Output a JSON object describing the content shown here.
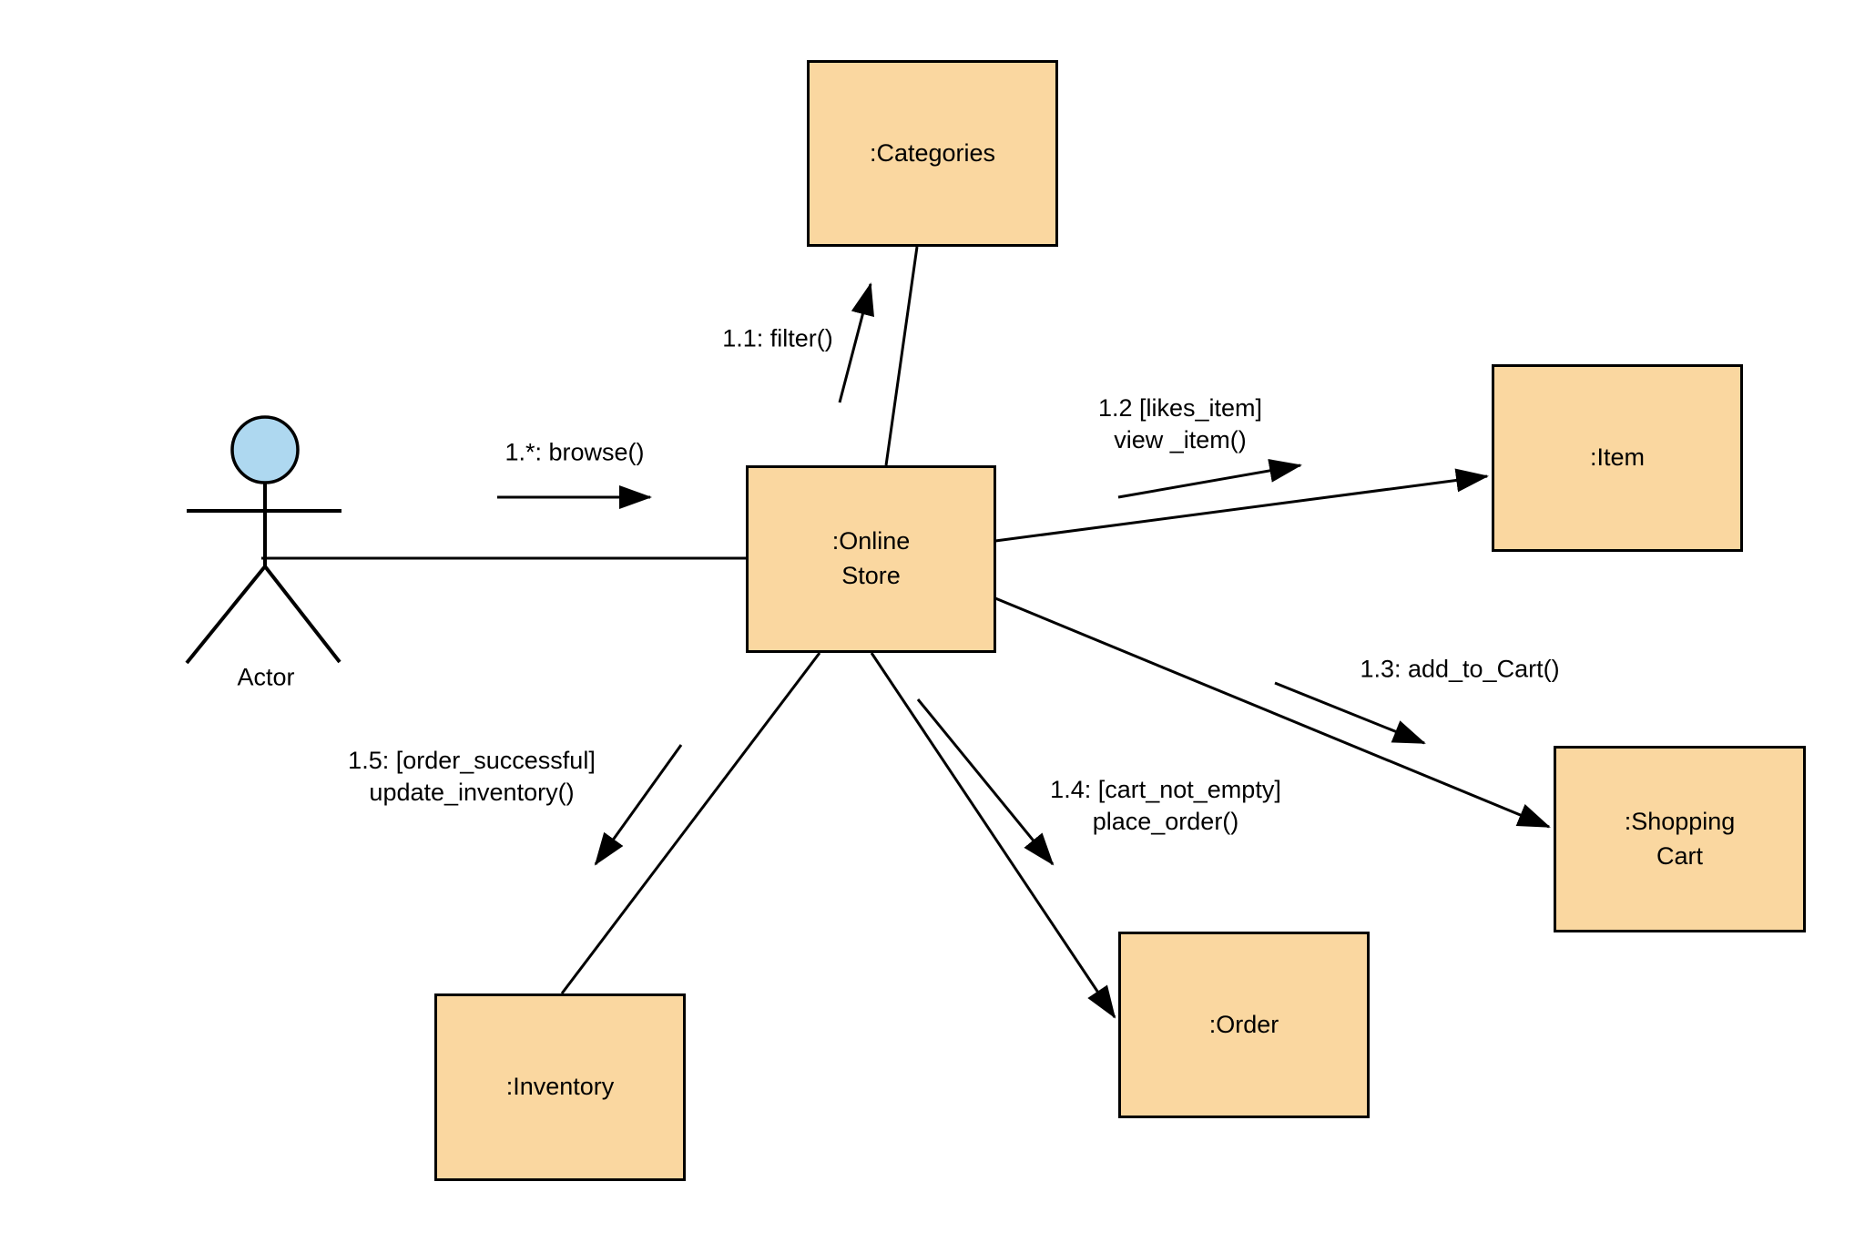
{
  "diagram": {
    "kind": "uml-communication-diagram",
    "colors": {
      "node_fill": "#FAD7A0",
      "node_stroke": "#000000",
      "actor_head_fill": "#AED8F0",
      "line_color": "#000000",
      "background": "#FFFFFF",
      "text_color": "#000000"
    },
    "actor": {
      "label": "Actor"
    },
    "nodes": [
      {
        "id": "online-store",
        "label": ":Online\nStore"
      },
      {
        "id": "categories",
        "label": ":Categories"
      },
      {
        "id": "item",
        "label": ":Item"
      },
      {
        "id": "shopping-cart",
        "label": ":Shopping\nCart"
      },
      {
        "id": "order",
        "label": ":Order"
      },
      {
        "id": "inventory",
        "label": ":Inventory"
      }
    ],
    "messages": [
      {
        "id": "browse",
        "label": "1.*: browse()",
        "from": "Actor",
        "to": ":Online Store"
      },
      {
        "id": "filter",
        "label": "1.1: filter()",
        "from": ":Online Store",
        "to": ":Categories"
      },
      {
        "id": "view-item",
        "label": "1.2 [likes_item]\nview _item()",
        "from": ":Online Store",
        "to": ":Item"
      },
      {
        "id": "add-to-cart",
        "label": "1.3: add_to_Cart()",
        "from": ":Online Store",
        "to": ":Shopping Cart"
      },
      {
        "id": "place-order",
        "label": "1.4: [cart_not_empty]\nplace_order()",
        "from": ":Online Store",
        "to": ":Order"
      },
      {
        "id": "update-inventory",
        "label": "1.5: [order_successful]\nupdate_inventory()",
        "from": ":Online Store",
        "to": ":Inventory"
      }
    ]
  }
}
